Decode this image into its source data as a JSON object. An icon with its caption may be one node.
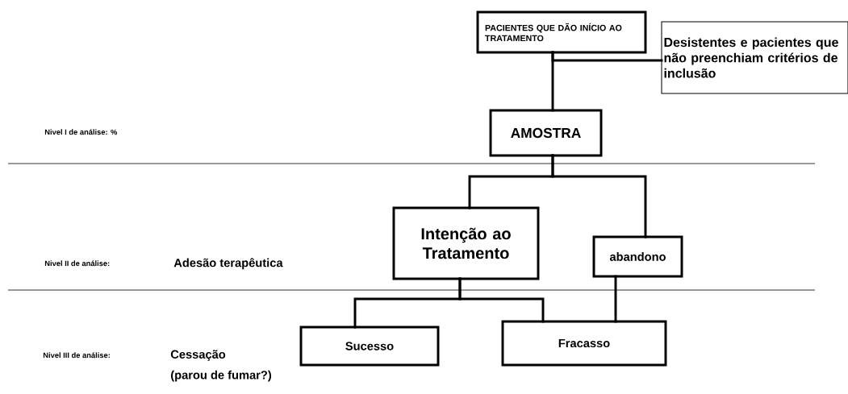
{
  "diagram": {
    "nodes": [
      {
        "text": [
          "PACIENTES QUE DÃO INÍCIO AO TRATAMENTO"
        ]
      },
      {
        "text": [
          "Desistentes e pacientes que não preenchiam critérios de inclusão"
        ]
      },
      {
        "text": [
          "AMOSTRA"
        ]
      },
      {
        "text": [
          "Intenção ao Tratamento"
        ]
      },
      {
        "text": [
          "abandono"
        ]
      },
      {
        "text": [
          "Sucesso"
        ]
      },
      {
        "text": [
          "Fracasso"
        ]
      }
    ],
    "edges": [
      {
        "from": 0,
        "to": 1,
        "arrow": "none"
      },
      {
        "from": 0,
        "to": 2,
        "arrow": "none"
      },
      {
        "from": 2,
        "to": 3,
        "arrow": "none"
      },
      {
        "from": 2,
        "to": 4,
        "arrow": "none"
      },
      {
        "from": 3,
        "to": 5,
        "arrow": "none"
      },
      {
        "from": 3,
        "to": 6,
        "arrow": "none"
      },
      {
        "from": 4,
        "to": 6,
        "arrow": "none"
      }
    ],
    "labels": [
      "Nivel I de análise: %",
      "Nivel II de análise:",
      "Adesão terapêutica",
      "Nivel III de análise:",
      "Cessação (parou de fumar?)"
    ]
  }
}
